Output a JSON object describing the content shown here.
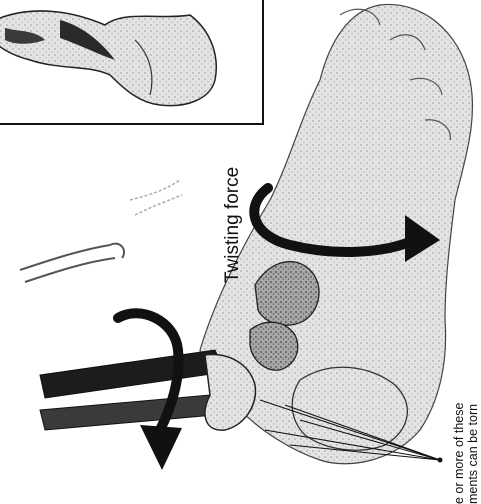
{
  "diagram": {
    "twist_label": "Twisting force",
    "ligament_label": {
      "line1": "e or more of these",
      "line2": "ments can be torn"
    }
  },
  "colors": {
    "ink": "#111111",
    "bone": "#d8d8d8",
    "bone_shadow": "#7a7a7a",
    "paper": "#ffffff"
  },
  "icons": [
    "rotation-arrow-icon",
    "rotation-arrow-icon"
  ]
}
